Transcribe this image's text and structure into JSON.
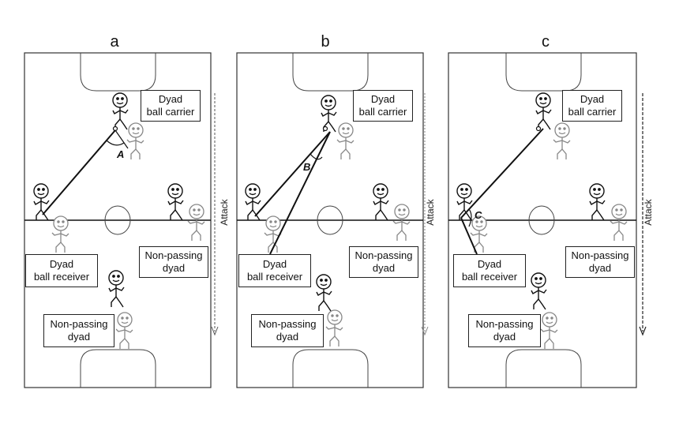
{
  "panels": [
    {
      "title": "a",
      "carrier_label": [
        "Dyad",
        "ball carrier"
      ],
      "receiver_label": [
        "Dyad",
        "ball receiver"
      ],
      "np1_label": [
        "Non-passing",
        "dyad"
      ],
      "np2_label": [
        "Non-passing",
        "dyad"
      ],
      "angle_label": "A",
      "attack_label": "Attack"
    },
    {
      "title": "b",
      "carrier_label": [
        "Dyad",
        "ball carrier"
      ],
      "receiver_label": [
        "Dyad",
        "ball receiver"
      ],
      "np1_label": [
        "Non-passing",
        "dyad"
      ],
      "np2_label": [
        "Non-passing",
        "dyad"
      ],
      "angle_label": "B",
      "attack_label": "Attack"
    },
    {
      "title": "c",
      "carrier_label": [
        "Dyad",
        "ball carrier"
      ],
      "receiver_label": [
        "Dyad",
        "ball receiver"
      ],
      "np1_label": [
        "Non-passing",
        "dyad"
      ],
      "np2_label": [
        "Non-passing",
        "dyad"
      ],
      "angle_label": "C",
      "attack_label": "Attack"
    }
  ]
}
